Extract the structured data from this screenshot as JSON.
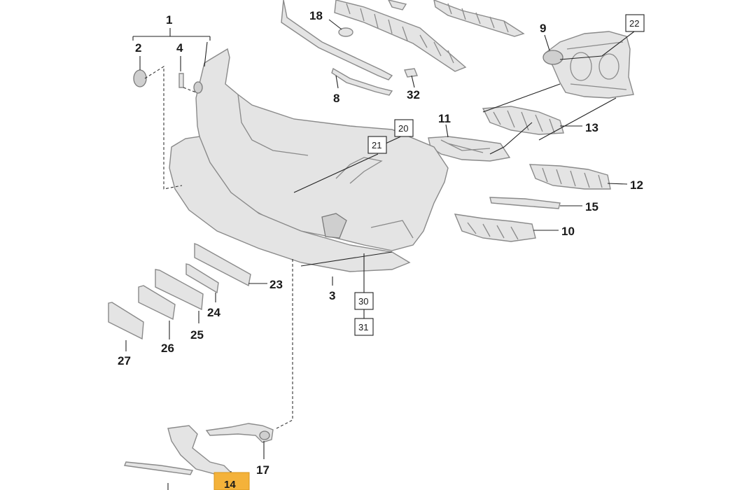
{
  "labels": {
    "p1": "1",
    "p2": "2",
    "p3": "3",
    "p4": "4",
    "p8": "8",
    "p9": "9",
    "p10": "10",
    "p11": "11",
    "p12": "12",
    "p13": "13",
    "p15": "15",
    "p17": "17",
    "p18": "18",
    "p23": "23",
    "p24": "24",
    "p25": "25",
    "p26": "26",
    "p27": "27",
    "p32": "32"
  },
  "boxed_labels": {
    "b20": "20",
    "b21": "21",
    "b22": "22",
    "b30": "30",
    "b31": "31"
  },
  "highlighted_label": "14",
  "highlight_color": "#f4b23a"
}
